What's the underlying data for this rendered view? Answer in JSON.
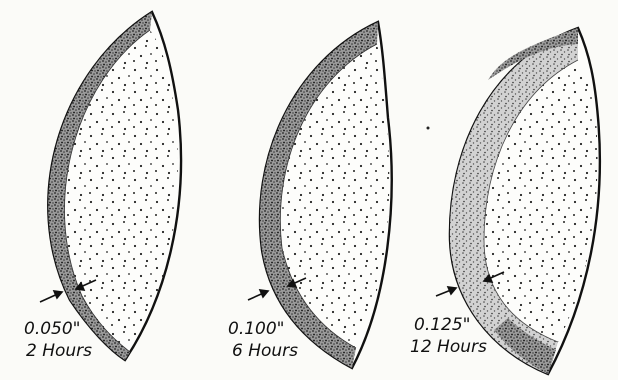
{
  "specimens": [
    {
      "depth": "0.050\"",
      "time": "2 Hours"
    },
    {
      "depth": "0.100\"",
      "time": "6 Hours"
    },
    {
      "depth": "0.125\"",
      "time": "12 Hours"
    }
  ]
}
